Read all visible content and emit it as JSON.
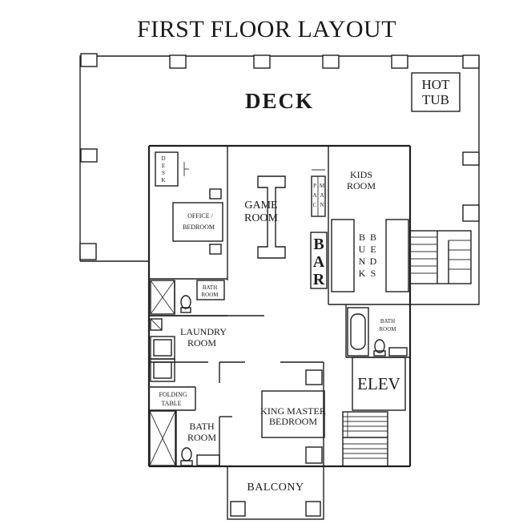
{
  "title": "FIRST FLOOR LAYOUT",
  "labels": {
    "deck": "DECK",
    "hot_tub_line1": "HOT",
    "hot_tub_line2": "TUB",
    "desk_vertical": [
      "D",
      "E",
      "S",
      "K"
    ],
    "office_line1": "OFFICE /",
    "office_line2": "BEDROOM",
    "game_line1": "GAME",
    "game_line2": "ROOM",
    "pacman_col1": [
      "P",
      "A",
      "C"
    ],
    "pacman_col2": [
      "M",
      "A",
      "N"
    ],
    "bar_vertical": [
      "B",
      "A",
      "R"
    ],
    "kids_line1": "KIDS",
    "kids_line2": "ROOM",
    "bunk_vertical": [
      "B",
      "U",
      "N",
      "K"
    ],
    "beds_vertical": [
      "B",
      "E",
      "D",
      "S"
    ],
    "bath_upper_line1": "BATH",
    "bath_upper_line2": "ROOM",
    "bath_right_line1": "BATH",
    "bath_right_line2": "ROOM",
    "laundry_line1": "LAUNDRY",
    "laundry_line2": "ROOM",
    "folding_line1": "FOLDING",
    "folding_line2": "TABLE",
    "elev": "ELEV",
    "king_line1": "KING MASTER",
    "king_line2": "BEDROOM",
    "bath_lower_line1": "BATH",
    "bath_lower_line2": "ROOM",
    "balcony": "BALCONY"
  }
}
